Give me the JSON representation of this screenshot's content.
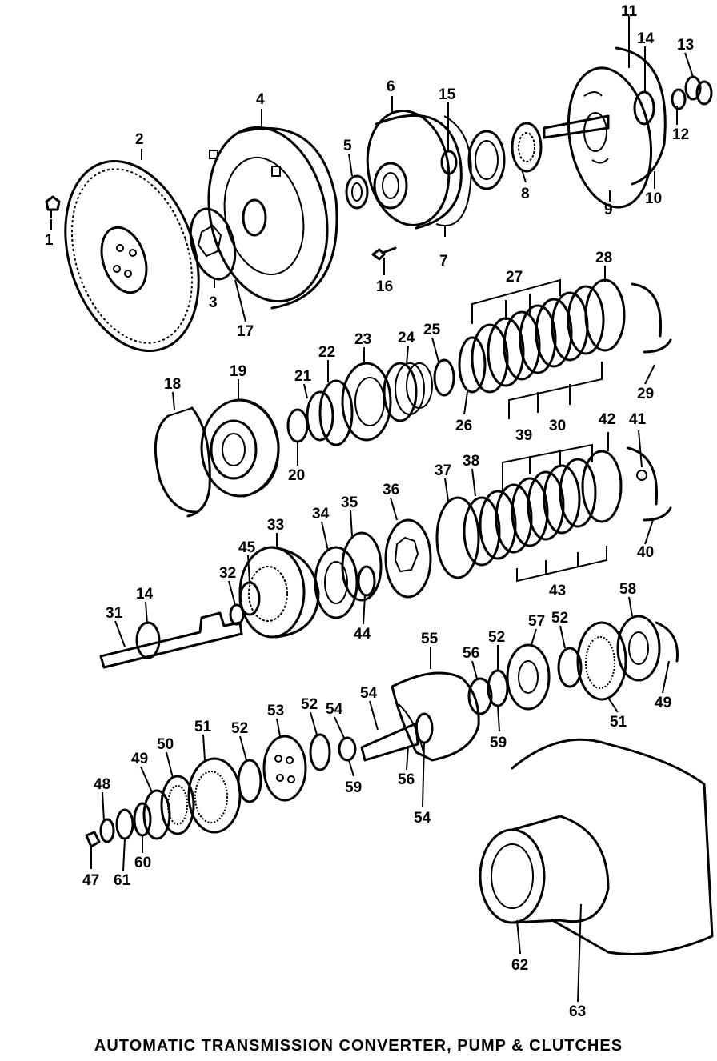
{
  "caption": "AUTOMATIC TRANSMISSION CONVERTER, PUMP & CLUTCHES",
  "callouts": {
    "c1": "1",
    "c2": "2",
    "c3": "3",
    "c4": "4",
    "c5": "5",
    "c6": "6",
    "c7": "7",
    "c8": "8",
    "c9": "9",
    "c10": "10",
    "c11": "11",
    "c12": "12",
    "c13": "13",
    "c14a": "14",
    "c14b": "14",
    "c15": "15",
    "c16": "16",
    "c17": "17",
    "c18": "18",
    "c19": "19",
    "c20": "20",
    "c21": "21",
    "c22": "22",
    "c23": "23",
    "c24": "24",
    "c25": "25",
    "c26": "26",
    "c27": "27",
    "c28": "28",
    "c29": "29",
    "c30": "30",
    "c31": "31",
    "c32": "32",
    "c33": "33",
    "c34": "34",
    "c35": "35",
    "c36": "36",
    "c37": "37",
    "c38": "38",
    "c39": "39",
    "c40": "40",
    "c41": "41",
    "c42": "42",
    "c43": "43",
    "c44": "44",
    "c45": "45",
    "c47": "47",
    "c48": "48",
    "c49a": "49",
    "c49b": "49",
    "c50": "50",
    "c51a": "51",
    "c51b": "51",
    "c52a": "52",
    "c52b": "52",
    "c52c": "52",
    "c52d": "52",
    "c53": "53",
    "c54a": "54",
    "c54b": "54",
    "c54c": "54",
    "c55": "55",
    "c56a": "56",
    "c56b": "56",
    "c57": "57",
    "c58": "58",
    "c59a": "59",
    "c59b": "59",
    "c60": "60",
    "c61": "61",
    "c62": "62",
    "c63": "63"
  }
}
